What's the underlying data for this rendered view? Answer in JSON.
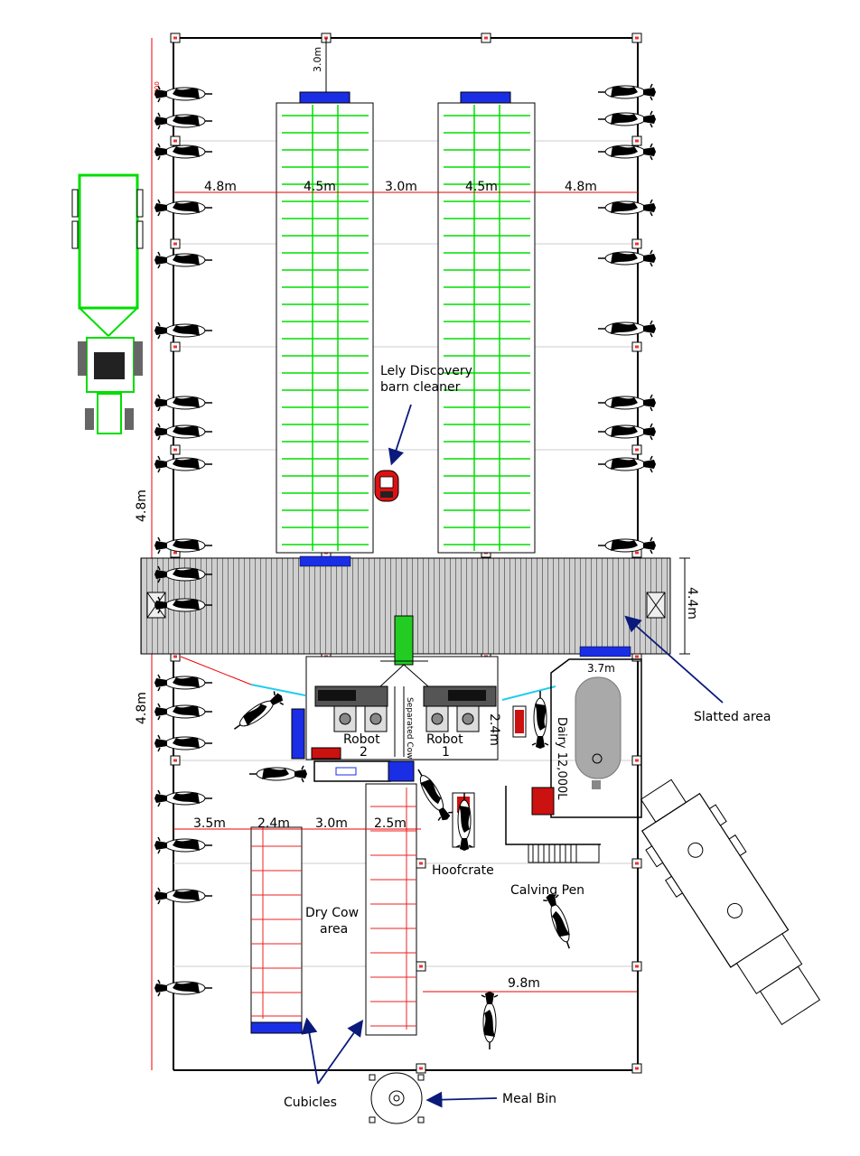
{
  "colors": {
    "wall": "#000000",
    "feed_green": "#00dd00",
    "cubicle_red": "#ee2222",
    "dimension_red": "#ee0000",
    "blue": "#1a2ee6",
    "navy_arrow": "#0a1a7a",
    "cyan": "#22ccee",
    "slat_bg": "#c8c8c8",
    "tank_grey": "#a9a9a9",
    "machine_red": "#cc1111"
  },
  "icons": [
    "cow-icon",
    "tractor-icon",
    "feeder-wagon-icon",
    "barn-cleaner-robot-icon",
    "milking-robot-icon",
    "meal-bin-icon",
    "milk-tanker-icon",
    "hoofcrate-icon"
  ],
  "dimensions": {
    "top_3m": "3.0m",
    "top_4_8_left": "4.8m",
    "top_4_5_left": "4.5m",
    "top_3_0_mid": "3.0m",
    "top_4_5_right": "4.5m",
    "top_4_8_right": "4.8m",
    "side_4_8_upper": "4.8m",
    "side_4_8_lower": "4.8m",
    "slat_4_4": "4.4m",
    "dairy_3_7": "3.7m",
    "robot_2_4": "2.4m",
    "low_3_5": "3.5m",
    "low_2_4": "2.4m",
    "low_3_0": "3.0m",
    "low_2_5": "2.5m",
    "pen_9_8": "9.8m",
    "tiny_side": "4800"
  },
  "labels": {
    "barn_cleaner_line1": "Lely Discovery",
    "barn_cleaner_line2": "barn cleaner",
    "slatted_area": "Slatted area",
    "robot2_line1": "Robot",
    "robot2_line2": "2",
    "robot1_line1": "Robot",
    "robot1_line2": "1",
    "separated_cow": "Separated Cow",
    "dairy": "Dairy 12,000L",
    "hoofcrate": "Hoofcrate",
    "calving_pen": "Calving Pen",
    "dry_cow_line1": "Dry Cow",
    "dry_cow_line2": "area",
    "cubicles": "Cubicles",
    "meal_bin": "Meal Bin"
  }
}
